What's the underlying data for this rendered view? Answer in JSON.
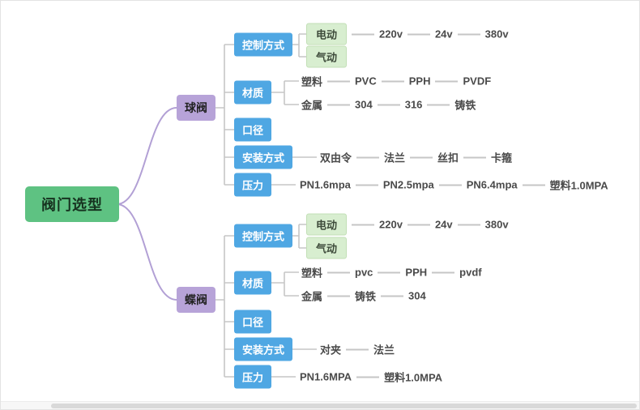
{
  "colors": {
    "root_bg": "#5ec282",
    "branch_bg": "#b7a3d8",
    "category_bg": "#4fa7e3",
    "subnode_bg": "#d8eed0",
    "line": "#c6c6c6",
    "root_line": "#b2a0d5"
  },
  "root": {
    "label": "阀门选型"
  },
  "branches": [
    {
      "label": "球阀",
      "categories": [
        {
          "label": "控制方式",
          "rows": [
            {
              "head": "电动",
              "items": [
                "220v",
                "24v",
                "380v"
              ]
            },
            {
              "head": "气动",
              "items": []
            }
          ]
        },
        {
          "label": "材质",
          "rows": [
            {
              "head": "塑料",
              "items": [
                "PVC",
                "PPH",
                "PVDF"
              ]
            },
            {
              "head": "金属",
              "items": [
                "304",
                "316",
                "铸铁"
              ]
            }
          ]
        },
        {
          "label": "口径",
          "rows": []
        },
        {
          "label": "安装方式",
          "rows": [
            {
              "head": "双由令",
              "items": [
                "法兰",
                "丝扣",
                "卡箍"
              ]
            }
          ]
        },
        {
          "label": "压力",
          "rows": [
            {
              "head": "PN1.6mpa",
              "items": [
                "PN2.5mpa",
                "PN6.4mpa",
                "塑料1.0MPA"
              ]
            }
          ]
        }
      ]
    },
    {
      "label": "蝶阀",
      "categories": [
        {
          "label": "控制方式",
          "rows": [
            {
              "head": "电动",
              "items": [
                "220v",
                "24v",
                "380v"
              ]
            },
            {
              "head": "气动",
              "items": []
            }
          ]
        },
        {
          "label": "材质",
          "rows": [
            {
              "head": "塑料",
              "items": [
                "pvc",
                "PPH",
                "pvdf"
              ]
            },
            {
              "head": "金属",
              "items": [
                "铸铁",
                "304"
              ]
            }
          ]
        },
        {
          "label": "口径",
          "rows": []
        },
        {
          "label": "安装方式",
          "rows": [
            {
              "head": "对夹",
              "items": [
                "法兰"
              ]
            }
          ]
        },
        {
          "label": "压力",
          "rows": [
            {
              "head": "PN1.6MPA",
              "items": [
                "塑料1.0MPA"
              ]
            }
          ]
        }
      ]
    }
  ]
}
